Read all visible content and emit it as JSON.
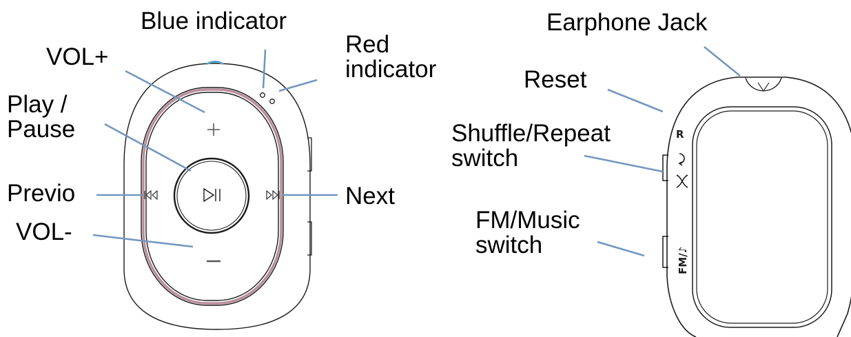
{
  "colors": {
    "leader_line": "#7397bf",
    "device_outline": "#1a1a1a",
    "ring_accent": "#b98f9b",
    "blue_indicator": "#5aa3c4",
    "label_text": "#000000"
  },
  "front_view": {
    "labels": {
      "blue_indicator": "Blue indicator",
      "vol_plus": "VOL+",
      "red_indicator_line1": "Red",
      "red_indicator_line2": "indicator",
      "play_pause_line1": "Play /",
      "play_pause_line2": "Pause",
      "previous": "Previo",
      "next": "Next",
      "vol_minus": "VOL-"
    },
    "button_icons": {
      "vol_plus": "plus-icon",
      "vol_minus": "minus-icon",
      "play_pause": "play-pause-icon",
      "previous": "previous-track-icon",
      "next": "next-track-icon"
    }
  },
  "side_view": {
    "labels": {
      "earphone_jack": "Earphone Jack",
      "reset": "Reset",
      "shuffle_repeat_line1": "Shuffle/Repeat",
      "shuffle_repeat_line2": "switch",
      "fm_music_line1": "FM/Music",
      "fm_music_line2": "switch"
    },
    "device_markings": {
      "reset": "R",
      "fm_music": "FM/♪"
    },
    "switch_icons": {
      "repeat": "repeat-icon",
      "shuffle": "shuffle-icon"
    }
  }
}
